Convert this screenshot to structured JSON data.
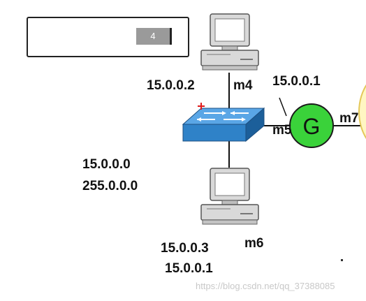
{
  "input_box": {
    "value": "4"
  },
  "nodes": {
    "m4": {
      "ip": "15.0.0.2",
      "port_label": "m4"
    },
    "m6": {
      "ip": "15.0.0.3",
      "gateway": "15.0.0.1",
      "port_label": "m6"
    },
    "router": {
      "letter": "G",
      "ip": "15.0.0.1",
      "port_left": "m5",
      "port_right": "m7"
    },
    "network": {
      "address": "15.0.0.0",
      "mask": "255.0.0.0"
    }
  },
  "colors": {
    "router_fill": "#3ad23a",
    "router_stroke": "#1a1a1a",
    "switch_top": "#2f82c8",
    "switch_side": "#1c5f9a",
    "pc_body": "#d9d9d9",
    "right_node_fill": "#fff6c2",
    "right_node_stroke": "#e4c85a"
  },
  "watermark": "https://blog.csdn.net/qq_37388085"
}
